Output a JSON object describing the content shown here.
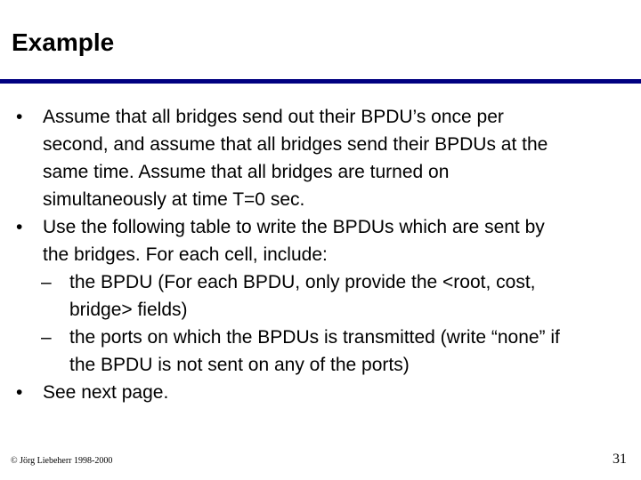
{
  "slide": {
    "title": "Example",
    "bullets": [
      {
        "marker": "•",
        "lines": [
          "Assume that all bridges send out their BPDU’s once per",
          "second, and assume that all bridges send their BPDUs at the",
          "same time. Assume that all bridges are turned on",
          "simultaneously at time T=0 sec."
        ]
      },
      {
        "marker": "•",
        "lines": [
          "Use the following table to write the BPDUs which are sent by",
          "the bridges. For each cell, include:"
        ],
        "subbullets": [
          {
            "marker": "–",
            "lines": [
              "the BPDU (For each BPDU, only provide the <root, cost,",
              "bridge> fields)"
            ]
          },
          {
            "marker": "–",
            "lines": [
              "the ports on which the BPDUs is transmitted (write “none” if",
              "the BPDU is not sent on any of the ports)"
            ]
          }
        ]
      },
      {
        "marker": "•",
        "lines": [
          "See next page."
        ]
      }
    ],
    "footer_left": "© Jörg Liebeherr 1998-2000",
    "page_number": "31",
    "accent_color": "#000080"
  }
}
